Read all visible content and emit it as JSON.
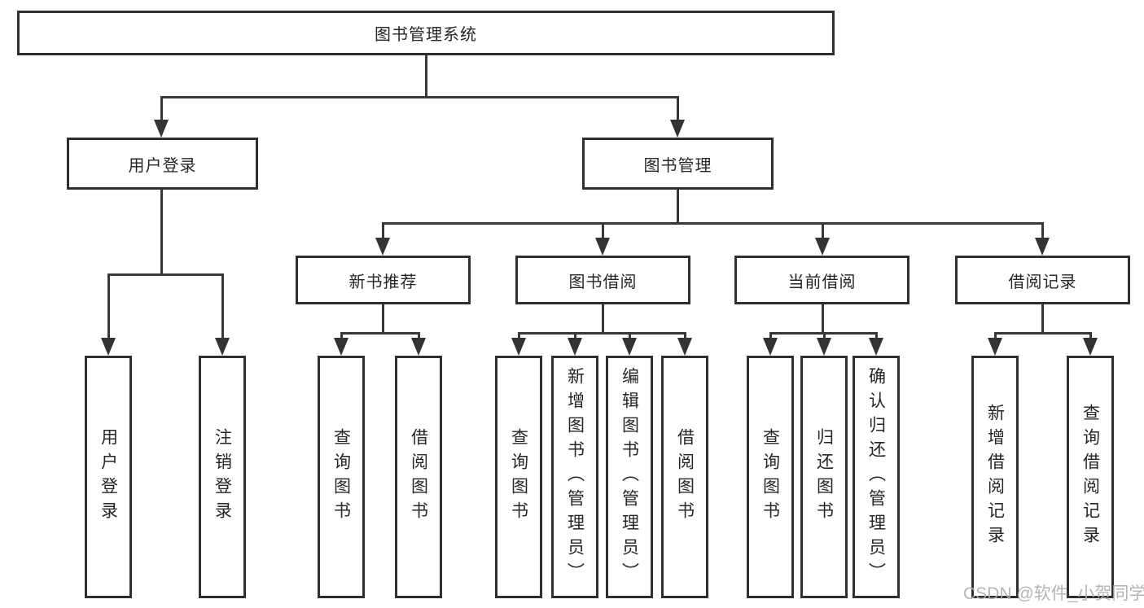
{
  "tree": {
    "label": "图书管理系统",
    "children": [
      {
        "label": "用户登录",
        "children": [
          {
            "label": "用户登录"
          },
          {
            "label": "注销登录"
          }
        ]
      },
      {
        "label": "图书管理",
        "children": [
          {
            "label": "新书推荐",
            "children": [
              {
                "label": "查询图书"
              },
              {
                "label": "借阅图书"
              }
            ]
          },
          {
            "label": "图书借阅",
            "children": [
              {
                "label": "查询图书"
              },
              {
                "label": "新增图书（管理员）"
              },
              {
                "label": "编辑图书（管理员）"
              },
              {
                "label": "借阅图书"
              }
            ]
          },
          {
            "label": "当前借阅",
            "children": [
              {
                "label": "查询图书"
              },
              {
                "label": "归还图书"
              },
              {
                "label": "确认归还（管理员）"
              }
            ]
          },
          {
            "label": "借阅记录",
            "children": [
              {
                "label": "新增借阅记录"
              },
              {
                "label": "查询借阅记录"
              }
            ]
          }
        ]
      }
    ]
  },
  "watermark": "CSDN @软件_小贺同学",
  "colors": {
    "line": "#383838",
    "box_border": "#2f2f2f",
    "text": "#262626",
    "watermark": "#afafaf",
    "background": "#ffffff"
  }
}
